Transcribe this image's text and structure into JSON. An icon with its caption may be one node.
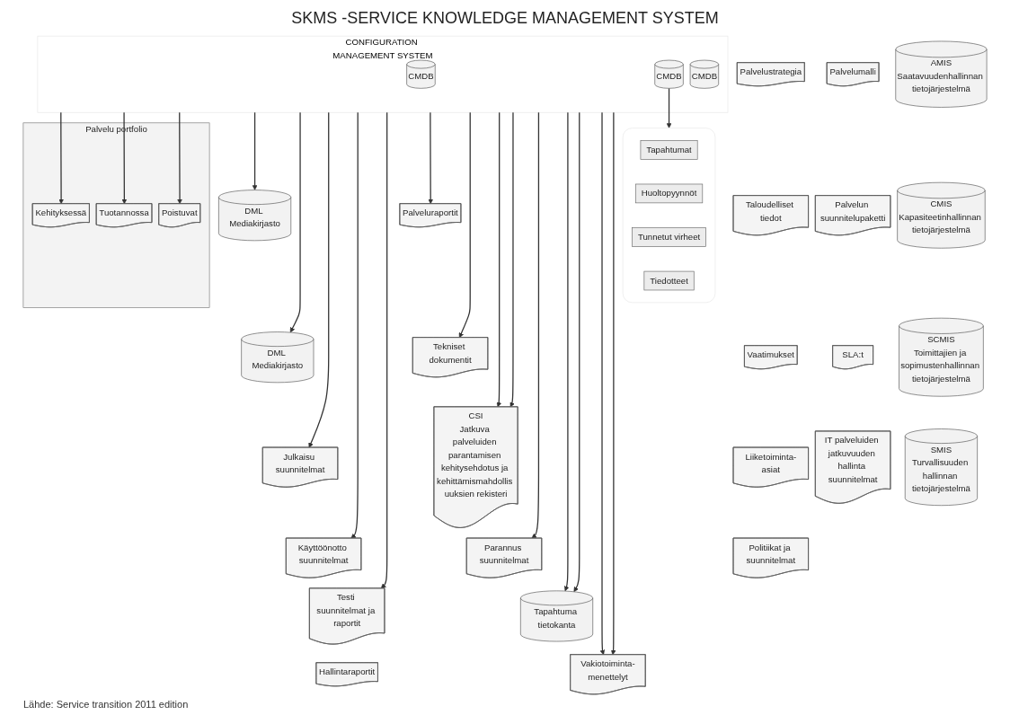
{
  "diagram": {
    "title": "SKMS -SERVICE KNOWLEDGE MANAGEMENT SYSTEM",
    "caption": "Lähde: Service transition 2011 edition",
    "nodes": [
      {
        "text": [
          "Palvelu portfolio"
        ]
      },
      {
        "text": [
          "Kehityksessä"
        ],
        "in": 0
      },
      {
        "text": [
          "Tuotannossa"
        ],
        "in": 0
      },
      {
        "text": [
          "Poistuvat"
        ],
        "in": 0
      },
      {
        "text": [
          "Palvelustrategia"
        ]
      },
      {
        "text": [
          "Palvelumalli"
        ]
      },
      {
        "text": [
          "DML Mediakirjasto"
        ]
      },
      {
        "text": [
          "DML Mediakirjasto"
        ]
      },
      {
        "text": [
          "CONFIGURATION MANAGEMENT SYSTEM"
        ]
      },
      {
        "text": [
          "CMDB"
        ],
        "in": 8
      },
      {
        "text": [
          "CMDB"
        ],
        "in": 8
      },
      {
        "text": [
          "CMDB"
        ],
        "in": 8
      },
      {
        "text": [],
        "shape": "cylinder"
      },
      {
        "text": [
          "Tapahtumat"
        ],
        "in": 12
      },
      {
        "text": [
          "Huoltopyynnöt"
        ],
        "in": 12
      },
      {
        "text": [
          "Tunnetut virheet"
        ],
        "in": 12
      },
      {
        "text": [
          "Tiedotteet"
        ],
        "in": 12
      },
      {
        "text": [
          "Taloudelliset tiedot"
        ]
      },
      {
        "text": [
          "Palvelun suunnitelupaketti"
        ]
      },
      {
        "text": [
          "Vaatimukset"
        ]
      },
      {
        "text": [
          "SLA:t"
        ]
      },
      {
        "text": [
          "Julkaisu suunnitelmat"
        ]
      },
      {
        "text": [
          "Liiketoiminta-asiat"
        ]
      },
      {
        "text": [
          "IT palveluiden jatkuvuuden hallinta suunnitelmat"
        ]
      },
      {
        "text": [
          "Käyttöönotto suunnitelmat"
        ]
      },
      {
        "text": [
          "Politiikat ja suunnitelmat"
        ]
      },
      {
        "text": [
          "Testi suunnitelmat ja raportit"
        ]
      },
      {
        "text": [
          "Vakiotoiminta-menettelyt"
        ]
      },
      {
        "text": [
          "Tekniset dokumentit"
        ]
      },
      {
        "text": [
          "Tapahtuma tietokanta"
        ]
      },
      {
        "text": [
          "Hallintaraportit"
        ]
      },
      {
        "text": [
          "AMIS",
          "Saatavuudenhallinnan tietojärjestelmä"
        ]
      },
      {
        "text": [
          "SCMIS",
          "Toimittajien ja sopimustenhallinnan tietojärjestelmä"
        ]
      },
      {
        "text": [
          "CSI",
          "Jatkuva palveluiden parantamisen kehitysehdotus ja kehittämismahdollis uuksien rekisteri"
        ]
      },
      {
        "text": [
          "Palveluraportit"
        ]
      },
      {
        "text": [
          "CMIS",
          "Kapasiteetinhallinnan tietojärjestelmä"
        ]
      },
      {
        "text": [
          "SMIS",
          "Turvallisuuden hallinnan tietojärjestelmä"
        ]
      },
      {
        "text": [
          "Parannus suunnitelmat"
        ]
      }
    ],
    "edges": [
      {
        "from": 8,
        "to": 1,
        "arrow": "to"
      },
      {
        "from": 8,
        "to": 2,
        "arrow": "to"
      },
      {
        "from": 8,
        "to": 3,
        "arrow": "to"
      },
      {
        "from": 8,
        "to": 6,
        "arrow": "to"
      },
      {
        "from": 8,
        "to": 7,
        "arrow": "to"
      },
      {
        "from": 8,
        "to": 21,
        "arrow": "to"
      },
      {
        "from": 8,
        "to": 24,
        "arrow": "to"
      },
      {
        "from": 8,
        "to": 26,
        "arrow": "to"
      },
      {
        "from": 10,
        "to": 12,
        "arrow": "to"
      },
      {
        "from": 8,
        "to": 34,
        "arrow": "to"
      },
      {
        "from": 8,
        "to": 28,
        "arrow": "to"
      },
      {
        "from": 8,
        "to": 33,
        "arrow": "to"
      },
      {
        "from": 8,
        "to": 33,
        "arrow": "to"
      },
      {
        "from": 8,
        "to": 37,
        "arrow": "to"
      },
      {
        "from": 8,
        "to": 29,
        "arrow": "to"
      },
      {
        "from": 8,
        "to": 29,
        "arrow": "to"
      },
      {
        "from": 8,
        "to": 27,
        "arrow": "to"
      },
      {
        "from": 8,
        "to": 27,
        "arrow": "to"
      }
    ]
  }
}
